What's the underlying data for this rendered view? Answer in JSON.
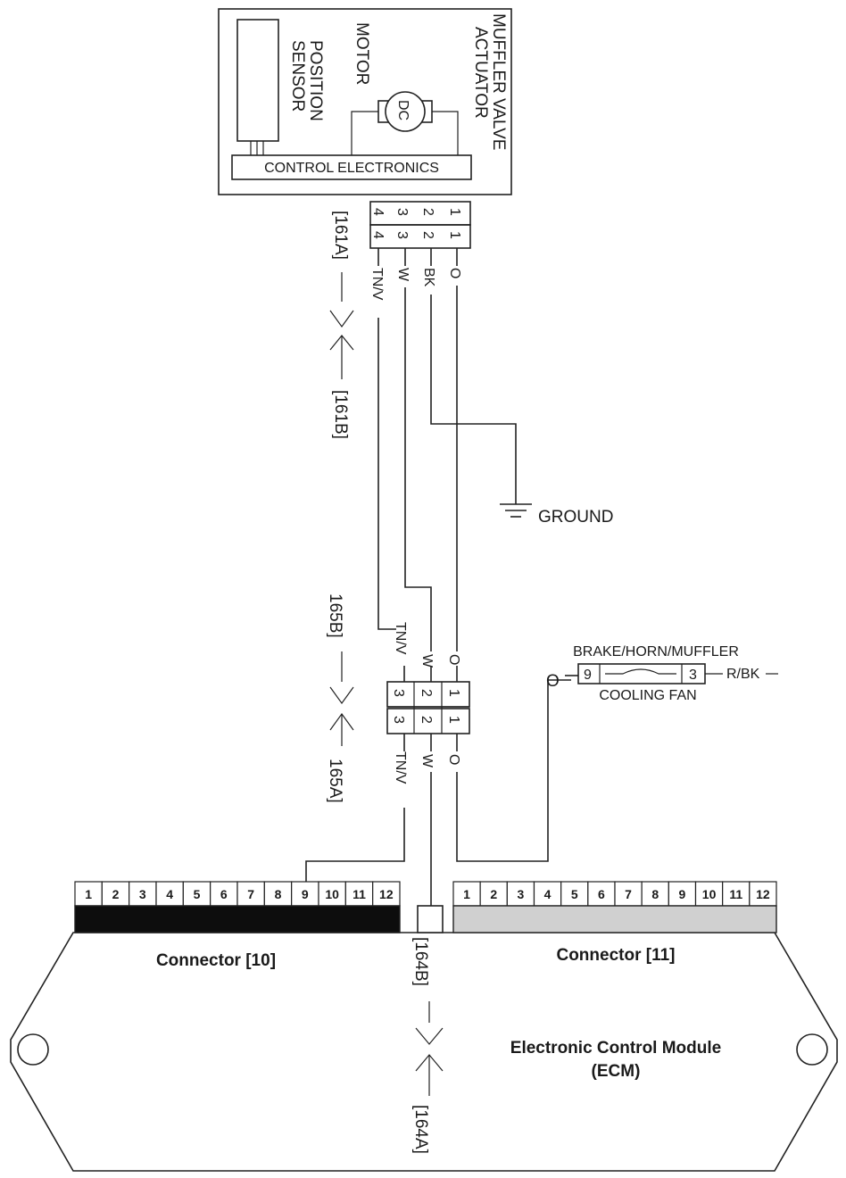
{
  "actuator": {
    "title": "MUFFLER VALVE ACTUATOR",
    "title_line1": "MUFFLER VALVE",
    "title_line2": "ACTUATOR",
    "motor_label": "MOTOR",
    "dc_label": "DC",
    "position_sensor_line1": "POSITION",
    "position_sensor_line2": "SENSOR",
    "control_electronics": "CONTROL ELECTRONICS",
    "pins": [
      "4",
      "3",
      "2",
      "1"
    ],
    "wires": [
      "TN/V",
      "W",
      "BK",
      "O"
    ]
  },
  "connector_161": {
    "a": "[161A]",
    "b": "[161B]"
  },
  "ground_label": "GROUND",
  "connector_165": {
    "a": "165A]",
    "b": "165B]",
    "pins": [
      "3",
      "2",
      "1"
    ],
    "wires_top": [
      "TN/V",
      "W",
      "O"
    ],
    "wires_bottom": [
      "TN/V",
      "W",
      "O"
    ]
  },
  "fuse": {
    "label_top": "BRAKE/HORN/MUFFLER",
    "label_bottom": "COOLING FAN",
    "pin_left": "9",
    "pin_right": "3",
    "wire_left": "O",
    "wire_right": "R/BK"
  },
  "ecm": {
    "title_line1": "Electronic Control Module",
    "title_line2": "(ECM)",
    "connector_10_label": "Connector [10]",
    "connector_11_label": "Connector [11]",
    "connector_10_pins": [
      "1",
      "2",
      "3",
      "4",
      "5",
      "6",
      "7",
      "8",
      "9",
      "10",
      "11",
      "12"
    ],
    "connector_11_pins": [
      "1",
      "2",
      "3",
      "4",
      "5",
      "6",
      "7",
      "8",
      "9",
      "10",
      "11",
      "12"
    ],
    "connector_164_a": "[164A]",
    "connector_164_b": "[164B]"
  },
  "colors": {
    "line": "#222222",
    "connector_10_bar": "#0d0d0d",
    "connector_11_bar": "#d0d0d0",
    "background": "#ffffff"
  }
}
